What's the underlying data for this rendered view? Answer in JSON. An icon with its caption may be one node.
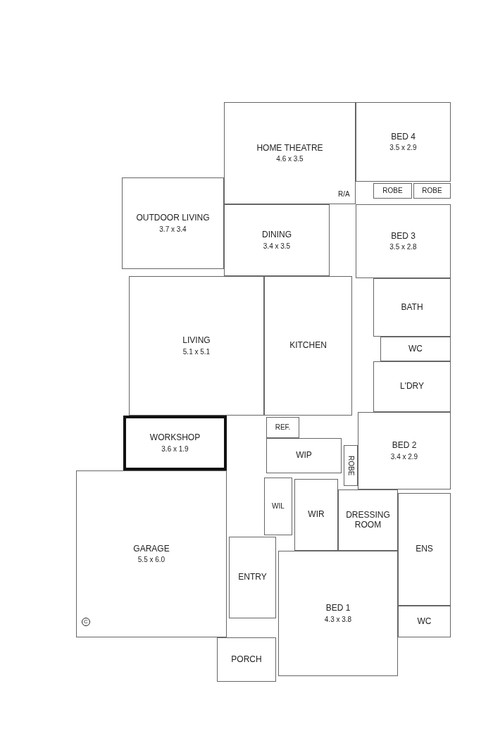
{
  "diagram": {
    "nodes": [
      {
        "text": [
          "HOME THEATRE",
          "4.6 x 3.5"
        ]
      },
      {
        "text": [
          "BED 4",
          "3.5 x 2.9"
        ]
      },
      {
        "text": [
          "ROBE"
        ]
      },
      {
        "text": [
          "ROBE"
        ]
      },
      {
        "text": [
          "OUTDOOR LIVING",
          "3.7 x 3.4"
        ]
      },
      {
        "text": [
          "DINING",
          "3.4 x 3.5"
        ]
      },
      {
        "text": [
          "BED 3",
          "3.5 x 2.8"
        ]
      },
      {
        "text": [
          "BATH"
        ]
      },
      {
        "text": [
          "LIVING",
          "5.1 x 5.1"
        ]
      },
      {
        "text": [
          "WC"
        ]
      },
      {
        "text": [
          "L'DRY"
        ]
      },
      {
        "text": [
          "KITCHEN"
        ]
      },
      {
        "text": [
          "REF."
        ]
      },
      {
        "text": [
          "WIP"
        ]
      },
      {
        "text": [
          "ROBE"
        ]
      },
      {
        "text": [
          "BED 2",
          "3.4 x 2.9"
        ]
      },
      {
        "text": [
          "WORKSHOP",
          "3.6 x 1.9"
        ]
      },
      {
        "text": [
          "WIL"
        ]
      },
      {
        "text": [
          "WIR"
        ]
      },
      {
        "text": [
          "DRESSING ROOM"
        ]
      },
      {
        "text": [
          "GARAGE",
          "5.5 x 6.0"
        ]
      },
      {
        "text": [
          "ENTRY"
        ]
      },
      {
        "text": [
          "ENS"
        ]
      },
      {
        "text": [
          "BED 1",
          "4.3 x 3.8"
        ]
      },
      {
        "text": [
          "WC"
        ]
      },
      {
        "text": [
          "PORCH"
        ]
      }
    ],
    "labels": [
      "R/A",
      "C"
    ]
  }
}
